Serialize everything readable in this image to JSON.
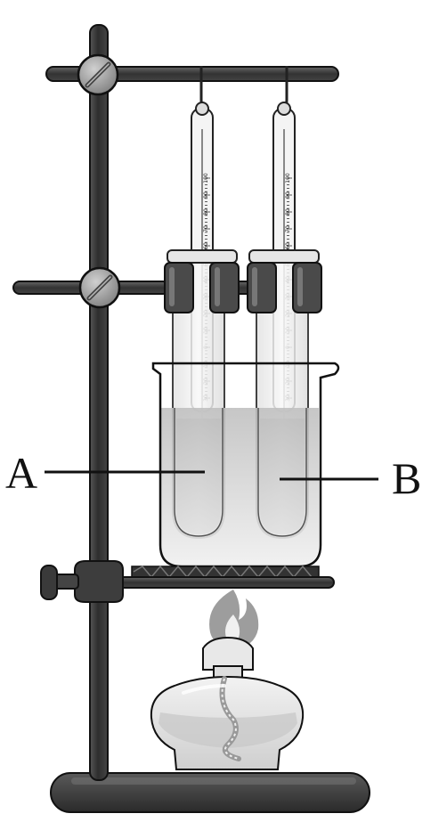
{
  "labels": {
    "a": "A",
    "b": "B"
  },
  "thermometers": {
    "scale": [
      "100",
      "90",
      "80",
      "70",
      "60",
      "50",
      "40",
      "30",
      "20",
      "10",
      "0",
      "10",
      "20",
      "30"
    ]
  },
  "colors": {
    "stand": "#3a3a3a",
    "clamp": "#4a4a4a",
    "knob": "#9a9a9a",
    "water": "#c9c9c9",
    "tube_liquid": "#b4b4b4",
    "flame": "#8c8c8c",
    "outline": "#111111"
  },
  "icons": {
    "stand": "retort-stand-icon",
    "burner": "spirit-lamp-icon",
    "beaker": "beaker-icon"
  }
}
